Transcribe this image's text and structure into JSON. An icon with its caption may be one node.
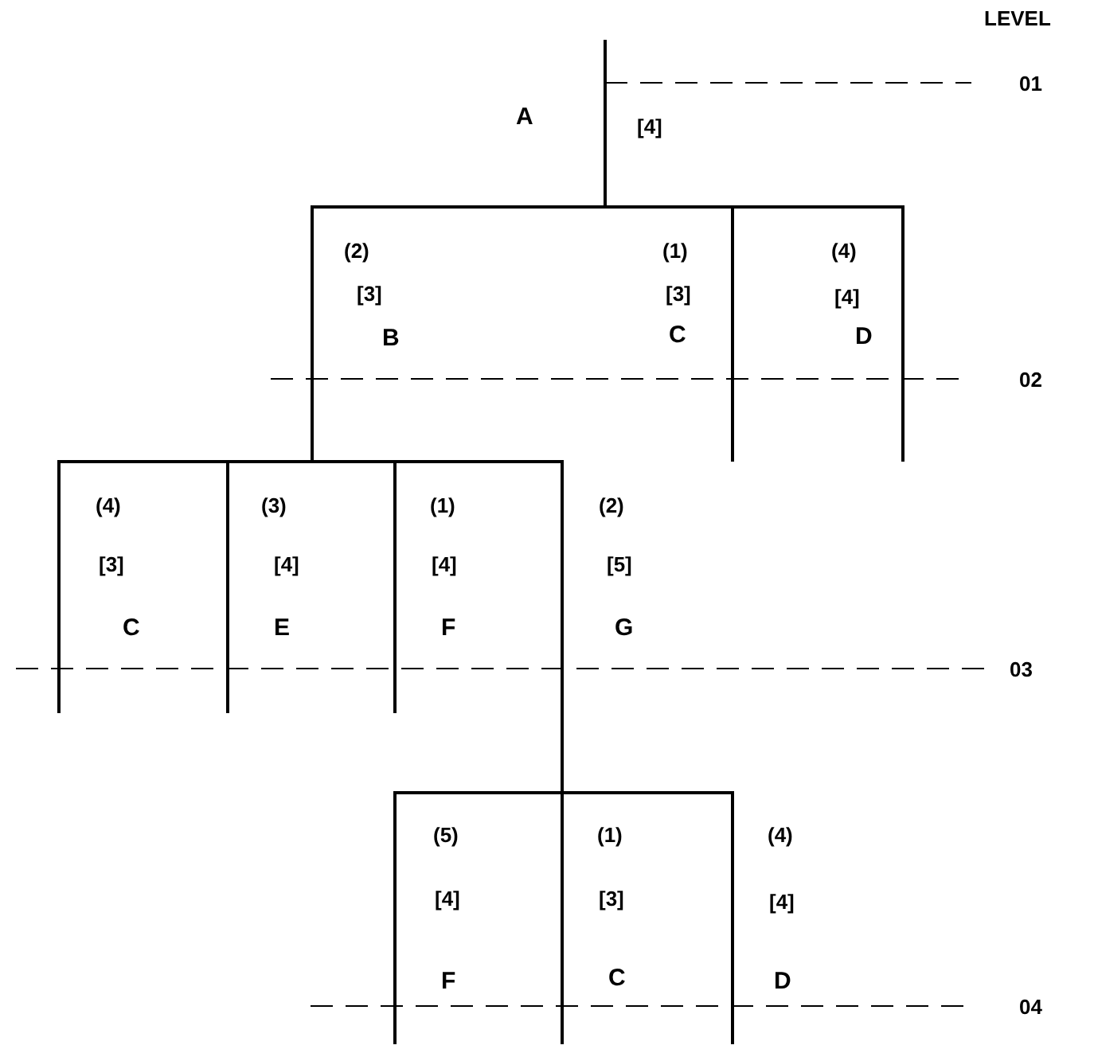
{
  "diagram": {
    "nodes": [
      {
        "text": [
          "A",
          "[4]"
        ]
      },
      {
        "text": [
          "(2)",
          "[3]",
          "B"
        ]
      },
      {
        "text": [
          "(1)",
          "[3]",
          "C"
        ]
      },
      {
        "text": [
          "(4)",
          "[4]",
          "D"
        ]
      },
      {
        "text": [
          "(4)",
          "[3]",
          "C"
        ]
      },
      {
        "text": [
          "(3)",
          "[4]",
          "E"
        ]
      },
      {
        "text": [
          "(1)",
          "[4]",
          "F"
        ]
      },
      {
        "text": [
          "(2)",
          "[5]",
          "G"
        ]
      },
      {
        "text": [
          "(5)",
          "[4]",
          "F"
        ]
      },
      {
        "text": [
          "(1)",
          "[3]",
          "C"
        ]
      },
      {
        "text": [
          "(4)",
          "[4]",
          "D"
        ]
      }
    ],
    "edges": [
      {
        "from": 0,
        "to": 1,
        "arrow": "none"
      },
      {
        "from": 0,
        "to": 2,
        "arrow": "none"
      },
      {
        "from": 0,
        "to": 3,
        "arrow": "none"
      },
      {
        "from": 1,
        "to": 4,
        "arrow": "none"
      },
      {
        "from": 1,
        "to": 5,
        "arrow": "none"
      },
      {
        "from": 1,
        "to": 6,
        "arrow": "none"
      },
      {
        "from": 1,
        "to": 7,
        "arrow": "none"
      },
      {
        "from": 7,
        "to": 8,
        "arrow": "none"
      },
      {
        "from": 7,
        "to": 9,
        "arrow": "none"
      },
      {
        "from": 7,
        "to": 10,
        "arrow": "none"
      }
    ],
    "labels": [
      "LEVEL",
      "01",
      "02",
      "03",
      "04"
    ]
  }
}
